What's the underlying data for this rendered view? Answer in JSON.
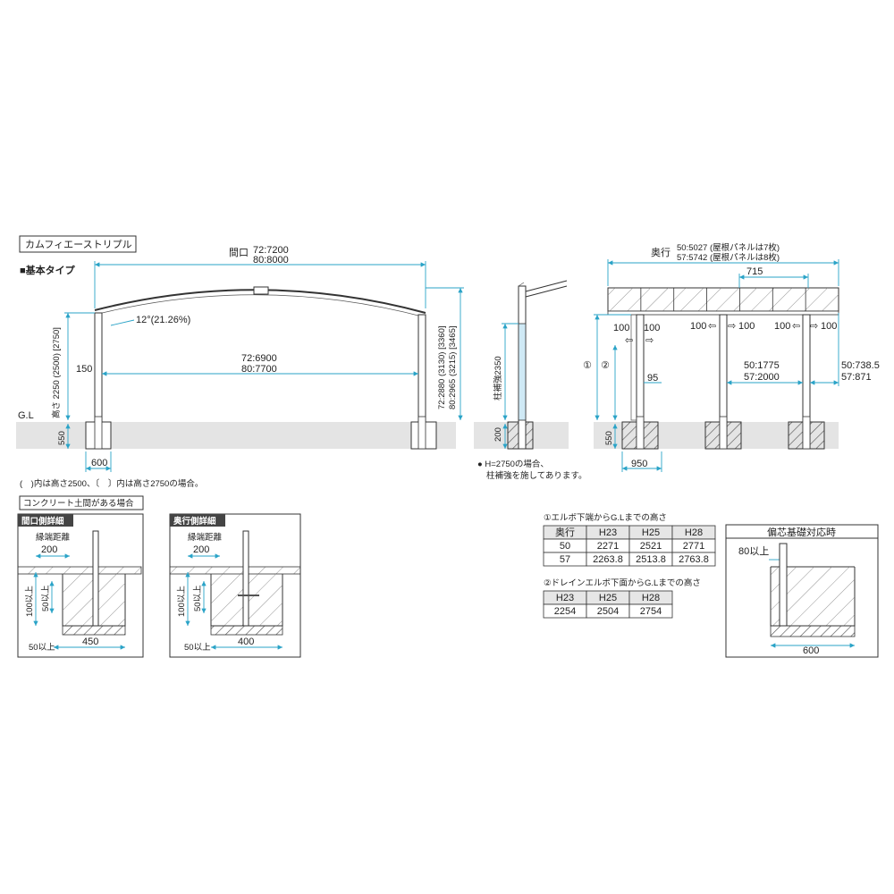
{
  "product_title": "カムフィエーストリプル",
  "type_label": "■基本タイプ",
  "front": {
    "width_label": "間口",
    "width_72": "72:7200",
    "width_80": "80:8000",
    "inner_72": "72:6900",
    "inner_80": "80:7700",
    "angle": "12°(21.26%)",
    "offset_150": "150",
    "height_label": "高さ 2250 (2500) [2750]",
    "right_h_72": "72:2880 (3130) [3360]",
    "right_h_80": "80:2965 (3215) [3465]",
    "gl": "G.L",
    "depth_550": "550",
    "found_600": "600"
  },
  "side": {
    "reinforce": "柱補強2350",
    "d200": "200",
    "note1": "● H=2750の場合、",
    "note2": "柱補強を施してあります。"
  },
  "depth_view": {
    "depth_label": "奥行",
    "d50": "50:5027 (屋根パネルは7枚)",
    "d57": "57:5742 (屋根パネルは8枚)",
    "d715": "715",
    "arrows": [
      "100",
      "100",
      "100",
      "100",
      "100",
      "100"
    ],
    "d95": "95",
    "c1": "①",
    "c2": "②",
    "span50": "50:1775",
    "span57": "57:2000",
    "over50": "50:738.5",
    "over57": "57:871",
    "depth_550": "550",
    "found_950": "950"
  },
  "paren_note": "(　)内は高さ2500、〔　〕内は高さ2750の場合。",
  "concrete_label": "コンクリート土間がある場合",
  "detail1": {
    "title": "間口側詳細",
    "edge": "縁端距離",
    "d200": "200",
    "d100": "100以上",
    "d50v": "50以上",
    "d50h": "50以上",
    "d450": "450"
  },
  "detail2": {
    "title": "奥行側詳細",
    "edge": "縁端距離",
    "d200": "200",
    "d100": "100以上",
    "d50v": "50以上",
    "d50h": "50以上",
    "d400": "400"
  },
  "table1": {
    "caption": "①エルボ下端からG.Lまでの高さ",
    "headers": [
      "奥行",
      "H23",
      "H25",
      "H28"
    ],
    "rows": [
      [
        "50",
        "2271",
        "2521",
        "2771"
      ],
      [
        "57",
        "2263.8",
        "2513.8",
        "2763.8"
      ]
    ]
  },
  "table2": {
    "caption": "②ドレインエルボ下面からG.Lまでの高さ",
    "headers": [
      "H23",
      "H25",
      "H28"
    ],
    "rows": [
      [
        "2254",
        "2504",
        "2754"
      ]
    ]
  },
  "eccentric": {
    "title": "偏芯基礎対応時",
    "d80": "80以上",
    "d600": "600"
  }
}
